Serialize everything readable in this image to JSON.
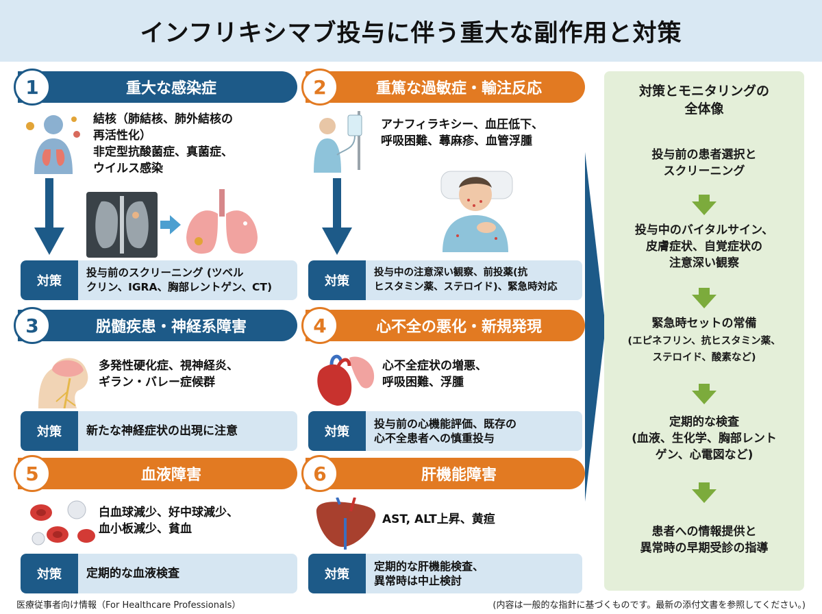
{
  "title": "インフリキシマブ投与に伴う重大な副作用と対策",
  "measure_tag": "対策",
  "panels": [
    {
      "number": "1",
      "header": "重大な感染症",
      "description": [
        "結核（肺結核、肺外結核の",
        "再活性化）",
        "非定型抗酸菌症、真菌症、",
        "ウイルス感染"
      ],
      "measure": [
        "投与前のスクリーニング (ツベル",
        "クリン、IGRA、胸部レントゲン、CT)"
      ]
    },
    {
      "number": "2",
      "header": "重篤な過敏症・輸注反応",
      "description": [
        "アナフィラキシー、血圧低下、",
        "呼吸困難、蕁麻疹、血管浮腫"
      ],
      "measure": [
        "投与中の注意深い観察、前投薬(抗",
        "ヒスタミン薬、ステロイド)、緊急時対応"
      ]
    },
    {
      "number": "3",
      "header": "脱髄疾患・神経系障害",
      "description": [
        "多発性硬化症、視神経炎、",
        "ギラン・バレー症候群"
      ],
      "measure": [
        "新たな神経症状の出現に注意"
      ]
    },
    {
      "number": "4",
      "header": "心不全の悪化・新規発現",
      "description": [
        "心不全症状の増悪、",
        "呼吸困難、浮腫"
      ],
      "measure": [
        "投与前の心機能評価、既存の",
        "心不全患者への慎重投与"
      ]
    },
    {
      "number": "5",
      "header": "血液障害",
      "description": [
        "白血球減少、好中球減少、",
        "血小板減少、貧血"
      ],
      "measure": [
        "定期的な血液検査"
      ]
    },
    {
      "number": "6",
      "header": "肝機能障害",
      "description": [
        "AST, ALT上昇、黄疸"
      ],
      "measure": [
        "定期的な肝機能検査、",
        "異常時は中止検討"
      ]
    }
  ],
  "overview": {
    "title": [
      "対策とモニタリングの",
      "全体像"
    ],
    "steps": [
      {
        "lines": [
          "投与前の患者選択と",
          "スクリーニング"
        ]
      },
      {
        "lines": [
          "投与中のバイタルサイン、",
          "皮膚症状、自覚症状の",
          "注意深い観察"
        ]
      },
      {
        "lines": [
          "緊急時セットの常備"
        ],
        "sub": [
          "(エピネフリン、抗ヒスタミン薬、",
          "ステロイド、酸素など)"
        ]
      },
      {
        "lines": [
          "定期的な検査",
          "(血液、生化学、胸部レント",
          "ゲン、心電図など)"
        ]
      },
      {
        "lines": [
          "患者への情報提供と",
          "異常時の早期受診の指導"
        ]
      }
    ]
  },
  "footer": {
    "left": "医療従事者向け情報（For Healthcare Professionals）",
    "right": "(内容は一般的な指針に基づくものです。最新の添付文書を参照してください。)"
  },
  "colors": {
    "blue": "#1d5a88",
    "orange": "#e27a22",
    "green_panel": "#e4efd9",
    "light_blue": "#d6e6f2",
    "arrow_green": "#7cab3c"
  }
}
